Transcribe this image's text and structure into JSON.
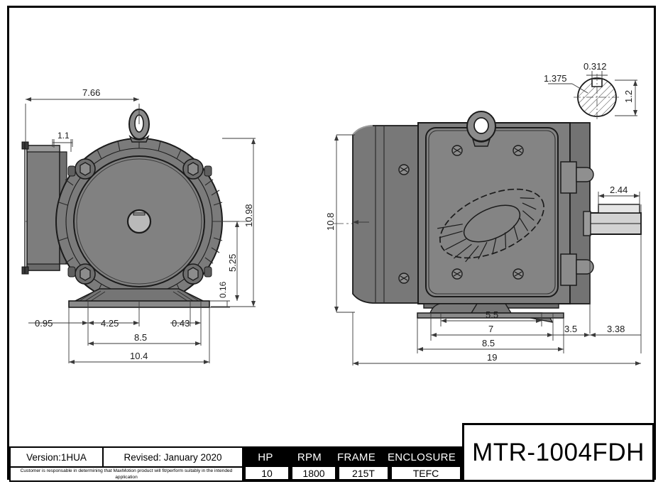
{
  "drawing": {
    "title_block": {
      "version": "Version:1HUA",
      "revised": "Revised: January 2020",
      "disclaimer": "Customer is responsable in determining that MaxMotion product will fit/perform suitably in the intended application",
      "spec_headers": [
        "HP",
        "RPM",
        "FRAME",
        "ENCLOSURE"
      ],
      "spec_values": [
        "10",
        "1800",
        "215T",
        "TEFC"
      ],
      "part_number": "MTR-1004FDH"
    },
    "views": {
      "end_view": {
        "name": "end-view",
        "dimensions": {
          "overall_width_top": "7.66",
          "conduit_box_width": "1.1",
          "overall_height": "10.98",
          "shaft_center_height": "5.25",
          "base_thickness": "0.16",
          "foot_left_offset": "0.95",
          "foot_hole_spacing": "4.25",
          "foot_right_offset": "0.43",
          "foot_span": "8.5",
          "base_width": "10.4"
        }
      },
      "side_view": {
        "name": "side-view",
        "dimensions": {
          "frame_height": "10.8",
          "foot_inner_span": "5.5",
          "foot_mid_span": "7",
          "foot_span": "8.5",
          "shaft_to_foot": "3.5",
          "shaft_extension": "3.38",
          "overall_length": "19",
          "shaft_length": "2.44"
        }
      },
      "shaft_detail": {
        "name": "shaft-section-detail",
        "dimensions": {
          "shaft_diameter": "1.375",
          "keyway_width": "0.312",
          "key_height": "1.2"
        }
      }
    },
    "colors": {
      "body_fill": "#7f7f7f",
      "body_dark": "#6e6e6e",
      "body_light": "#8d8d8d",
      "outline": "#1b1b1b",
      "dim_text": "#1b1b1b",
      "header_bg": "#000000"
    }
  }
}
